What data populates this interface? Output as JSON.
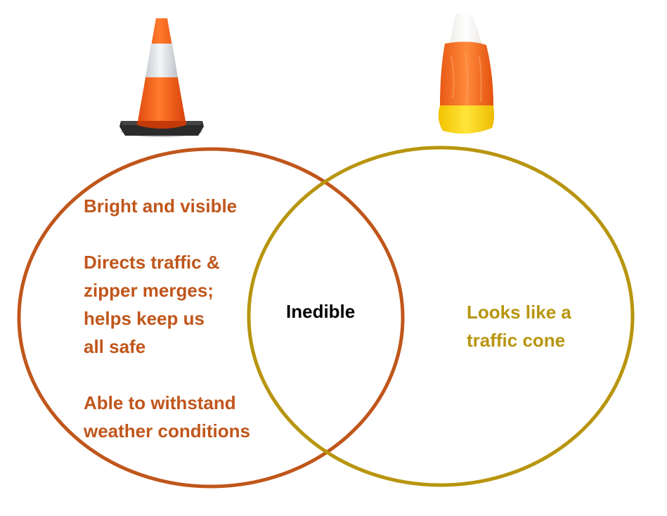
{
  "colors": {
    "left_circle": "#C0561B",
    "right_circle": "#B8950E",
    "left_text": "#C0561B",
    "right_text": "#B8950E",
    "center_text": "#000000"
  },
  "icons": {
    "left": "traffic-cone-icon",
    "right": "candy-corn-icon"
  },
  "left_set": {
    "items": [
      "Bright and visible",
      "Directs traffic &",
      "zipper merges;",
      "helps keep us",
      "all safe",
      "Able to withstand",
      "weather conditions"
    ]
  },
  "intersection": {
    "label": "Inedible"
  },
  "right_set": {
    "line1": "Looks like a",
    "line2": "traffic cone"
  }
}
